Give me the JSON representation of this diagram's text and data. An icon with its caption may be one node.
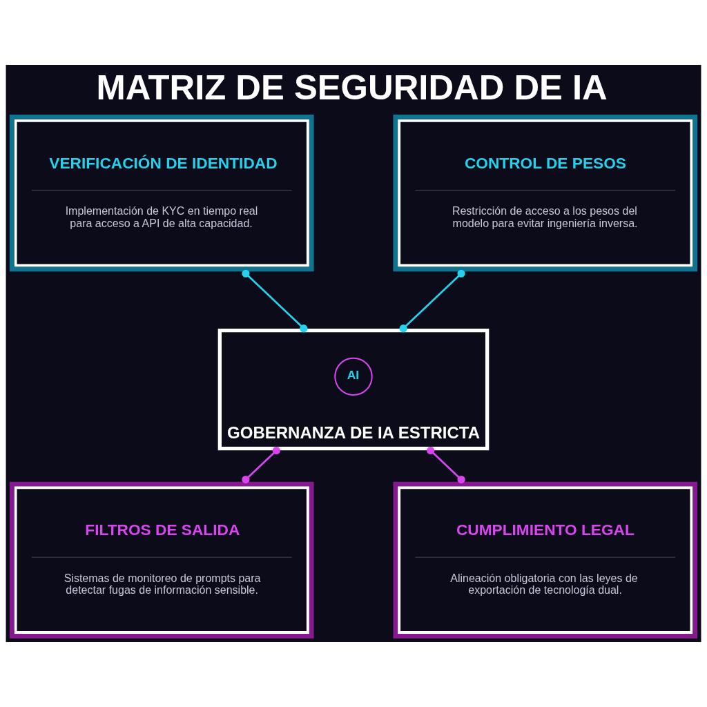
{
  "diagram": {
    "title": "MATRIZ DE SEGURIDAD DE IA",
    "nodes": [
      {
        "text": [
          "VERIFICACIÓN DE IDENTIDAD",
          "Implementación de KYC en tiempo real para acceso a API de alta capacidad."
        ]
      },
      {
        "text": [
          "CONTROL DE PESOS",
          "Restricción de acceso a los pesos del modelo para evitar ingeniería inversa."
        ]
      },
      {
        "text": [
          "GOBERNANZA DE IA ESTRICTA"
        ]
      },
      {
        "text": [
          "AI"
        ],
        "in": 2
      },
      {
        "text": [
          "FILTROS DE SALIDA",
          "Sistemas de monitoreo de prompts para detectar fugas de información sensible."
        ]
      },
      {
        "text": [
          "CUMPLIMIENTO LEGAL",
          "Alineación obligatoria con las leyes de exportación de tecnología dual."
        ]
      }
    ],
    "edges": [
      {
        "from": 0,
        "to": 2,
        "arrow": "other",
        "color": "#22d3ee"
      },
      {
        "from": 1,
        "to": 2,
        "arrow": "other",
        "color": "#22d3ee"
      },
      {
        "from": 2,
        "to": 4,
        "arrow": "other",
        "color": "#d946ef"
      },
      {
        "from": 2,
        "to": 5,
        "arrow": "other",
        "color": "#d946ef"
      }
    ]
  }
}
